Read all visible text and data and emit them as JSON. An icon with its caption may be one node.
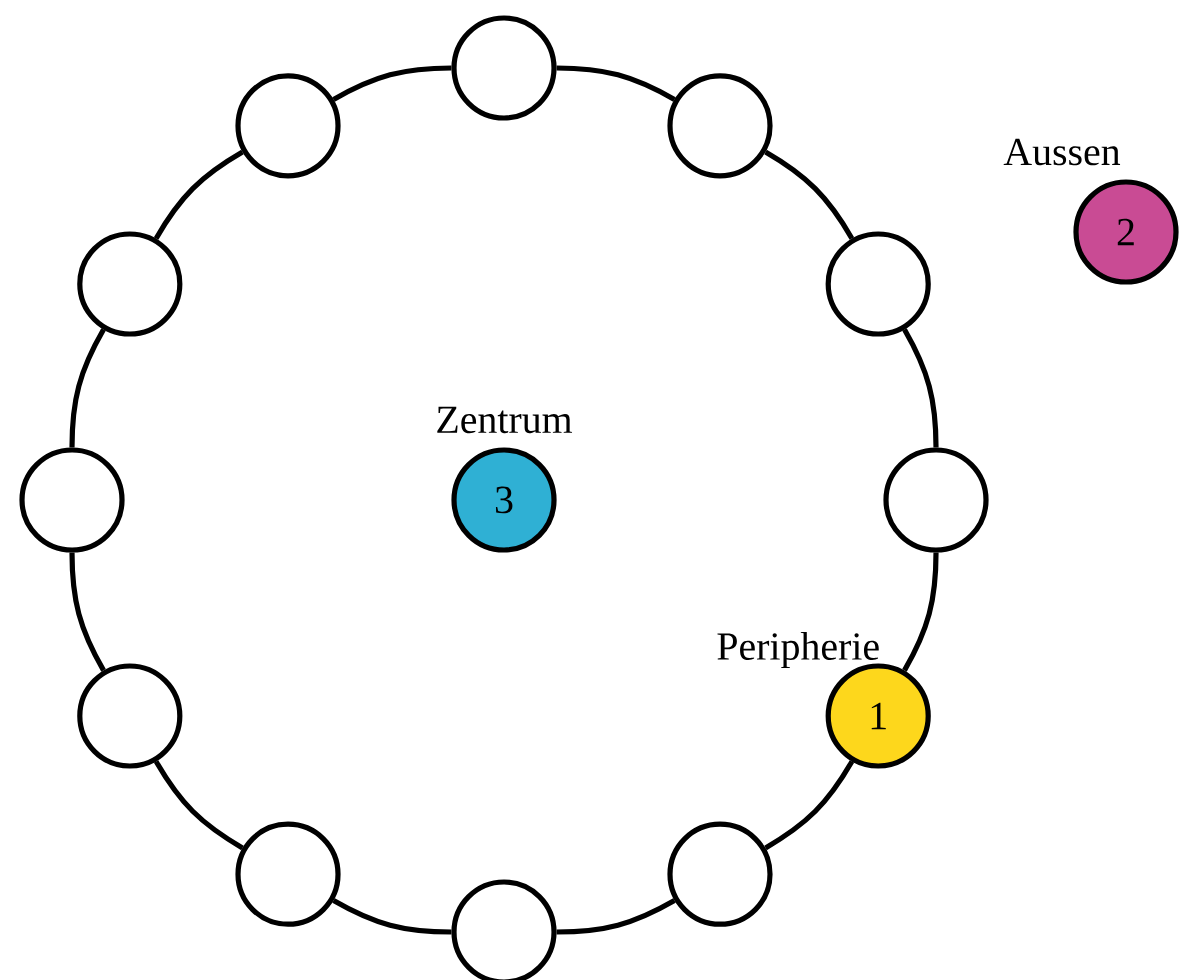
{
  "diagram": {
    "nodes": [
      {
        "text": [],
        "shape": "circle"
      },
      {
        "text": [],
        "shape": "circle"
      },
      {
        "text": [],
        "shape": "circle"
      },
      {
        "text": [],
        "shape": "circle"
      },
      {
        "text": [
          "1"
        ],
        "beside": [
          "Peripherie"
        ]
      },
      {
        "text": [],
        "shape": "circle"
      },
      {
        "text": [],
        "shape": "circle"
      },
      {
        "text": [],
        "shape": "circle"
      },
      {
        "text": [],
        "shape": "circle"
      },
      {
        "text": [],
        "shape": "circle"
      },
      {
        "text": [],
        "shape": "circle"
      },
      {
        "text": [],
        "shape": "circle"
      },
      {
        "text": [
          "2"
        ],
        "beside": [
          "Aussen"
        ]
      },
      {
        "text": [
          "3"
        ],
        "beside": [
          "Zentrum"
        ]
      }
    ],
    "edges": [
      {
        "from": 0,
        "to": 1,
        "arrow": "none"
      },
      {
        "from": 1,
        "to": 2,
        "arrow": "none"
      },
      {
        "from": 2,
        "to": 3,
        "arrow": "none"
      },
      {
        "from": 3,
        "to": 4,
        "arrow": "none"
      },
      {
        "from": 4,
        "to": 5,
        "arrow": "none"
      },
      {
        "from": 5,
        "to": 6,
        "arrow": "none"
      },
      {
        "from": 6,
        "to": 7,
        "arrow": "none"
      },
      {
        "from": 7,
        "to": 8,
        "arrow": "none"
      },
      {
        "from": 8,
        "to": 9,
        "arrow": "none"
      },
      {
        "from": 9,
        "to": 10,
        "arrow": "none"
      },
      {
        "from": 10,
        "to": 11,
        "arrow": "none"
      },
      {
        "from": 11,
        "to": 0,
        "arrow": "none"
      }
    ]
  }
}
